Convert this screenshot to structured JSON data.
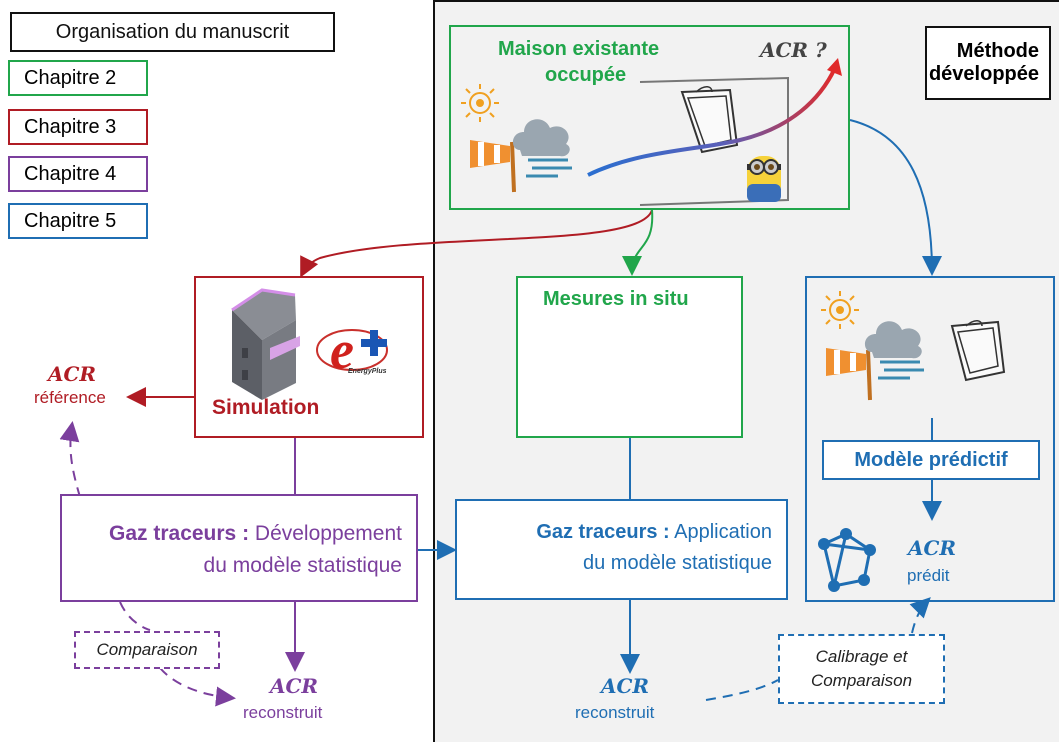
{
  "legend": {
    "title": "Organisation du manuscrit",
    "items": [
      {
        "label": "Chapitre 2",
        "color": "#21a64b"
      },
      {
        "label": "Chapitre 3",
        "color": "#b01c24"
      },
      {
        "label": "Chapitre 4",
        "color": "#7b3f9d"
      },
      {
        "label": "Chapitre 5",
        "color": "#1f6eb3"
      }
    ]
  },
  "method_label": {
    "line1": "Méthode",
    "line2": "développée"
  },
  "maison": {
    "title_line1": "Maison existante",
    "title_line2": "occupée",
    "acr_question": "ACR ?"
  },
  "simulation": {
    "label": "Simulation",
    "energyplus_text": "EnergyPlus"
  },
  "mesures": {
    "title": "Mesures in situ"
  },
  "acr_reference": {
    "acr": "ACR",
    "label": "référence"
  },
  "gaz_dev": {
    "bold": "Gaz traceurs :",
    "rest": " Développement",
    "line2": "du modèle statistique"
  },
  "gaz_app": {
    "bold": "Gaz traceurs :",
    "rest": " Application",
    "line2": "du modèle statistique"
  },
  "acr_reconstruit_left": {
    "acr": "ACR",
    "label": "reconstruit"
  },
  "acr_reconstruit_mid": {
    "acr": "ACR",
    "label": "reconstruit"
  },
  "comparaison": "Comparaison",
  "calibrage": {
    "line1": "Calibrage et",
    "line2": "Comparaison"
  },
  "modele_predictif": "Modèle prédictif",
  "acr_predit": {
    "acr": "ACR",
    "label": "prédit"
  },
  "colors": {
    "green": "#21a64b",
    "red": "#b01c24",
    "purple": "#7b3f9d",
    "blue": "#1f6eb3",
    "panel_bg": "#f2f2f2"
  },
  "icons": [
    "sun-icon",
    "windsock-icon",
    "cloud-wind-icon",
    "window-icon",
    "house-3d-icon",
    "energyplus-logo",
    "house-photo",
    "minion-icon",
    "network-icon"
  ]
}
